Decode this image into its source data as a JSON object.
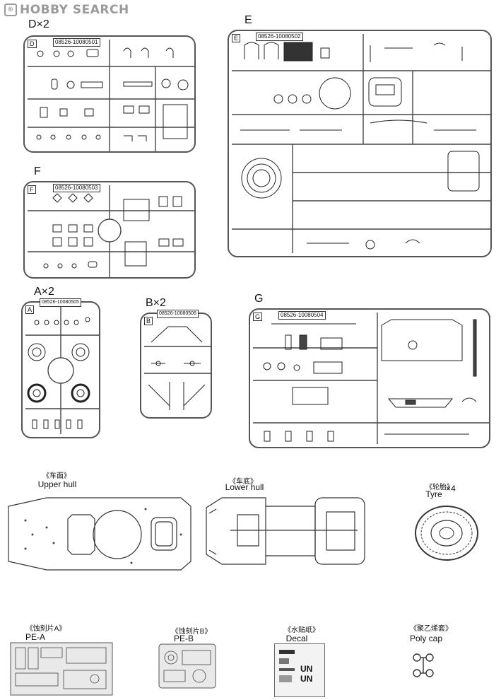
{
  "site": {
    "logo_mark": "®",
    "logo_text": "HOBBY SEARCH"
  },
  "sprues": {
    "D": {
      "title": "D×2",
      "letter": "D",
      "code": "08526-10080501"
    },
    "E": {
      "title": "E",
      "letter": "E",
      "code": "08526-10080502"
    },
    "F": {
      "title": "F",
      "letter": "F",
      "code": "08526-10080503"
    },
    "A": {
      "title": "A×2",
      "letter": "A",
      "code": "08526-10080505"
    },
    "B": {
      "title": "B×2",
      "letter": "B",
      "code": "08526-10080506"
    },
    "G": {
      "title": "G",
      "letter": "G",
      "code": "08526-10080504"
    }
  },
  "parts": {
    "upper_hull": {
      "cn": "《车面》",
      "en": "Upper hull"
    },
    "lower_hull": {
      "cn": "《车底》",
      "en": "Lower hull"
    },
    "tyre": {
      "cn": "《轮胎》",
      "en": "Tyre",
      "qty": "×4"
    },
    "pe_a": {
      "cn": "《蚀刻片A》",
      "en": "PE-A"
    },
    "pe_b": {
      "cn": "《蚀刻片B》",
      "en": "PE-B"
    },
    "decal": {
      "cn": "《水贴纸》",
      "en": "Decal",
      "marking": "UN UN"
    },
    "poly_cap": {
      "cn": "《聚乙烯套》",
      "en": "Poly cap"
    }
  }
}
